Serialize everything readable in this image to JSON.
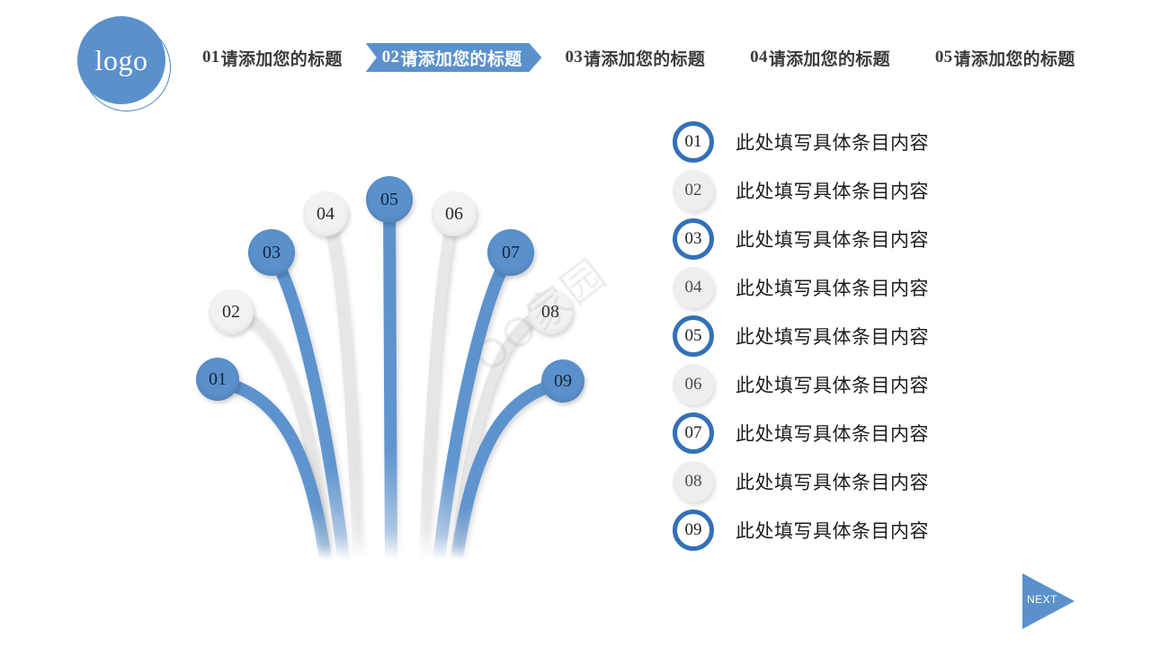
{
  "header": {
    "logo": {
      "text": "logo"
    },
    "nav": [
      {
        "num": "01",
        "label": "请添加您的标题",
        "active": false
      },
      {
        "num": "02",
        "label": "请添加您的标题",
        "active": true
      },
      {
        "num": "03",
        "label": "请添加您的标题",
        "active": false
      },
      {
        "num": "04",
        "label": "请添加您的标题",
        "active": false
      },
      {
        "num": "05",
        "label": "请添加您的标题",
        "active": false
      }
    ]
  },
  "fan": {
    "nodes": [
      {
        "num": "01",
        "style": "blue"
      },
      {
        "num": "02",
        "style": "gray"
      },
      {
        "num": "03",
        "style": "blue"
      },
      {
        "num": "04",
        "style": "gray"
      },
      {
        "num": "05",
        "style": "blue"
      },
      {
        "num": "06",
        "style": "gray"
      },
      {
        "num": "07",
        "style": "blue"
      },
      {
        "num": "08",
        "style": "gray"
      },
      {
        "num": "09",
        "style": "blue"
      }
    ]
  },
  "watermark": {
    "text": "OO家园"
  },
  "list": {
    "items": [
      {
        "num": "01",
        "style": "ring",
        "text": "此处填写具体条目内容"
      },
      {
        "num": "02",
        "style": "plain",
        "text": "此处填写具体条目内容"
      },
      {
        "num": "03",
        "style": "ring",
        "text": "此处填写具体条目内容"
      },
      {
        "num": "04",
        "style": "plain",
        "text": "此处填写具体条目内容"
      },
      {
        "num": "05",
        "style": "ring",
        "text": "此处填写具体条目内容"
      },
      {
        "num": "06",
        "style": "plain",
        "text": "此处填写具体条目内容"
      },
      {
        "num": "07",
        "style": "ring",
        "text": "此处填写具体条目内容"
      },
      {
        "num": "08",
        "style": "plain",
        "text": "此处填写具体条目内容"
      },
      {
        "num": "09",
        "style": "ring",
        "text": "此处填写具体条目内容"
      }
    ]
  },
  "footer": {
    "next_label": "NEXT"
  },
  "colors": {
    "brand_blue": "#5a91cd",
    "ring_blue": "#3370b8",
    "gray": "#eeeeee",
    "text_dark": "#1d1d1d",
    "background": "#ffffff"
  }
}
